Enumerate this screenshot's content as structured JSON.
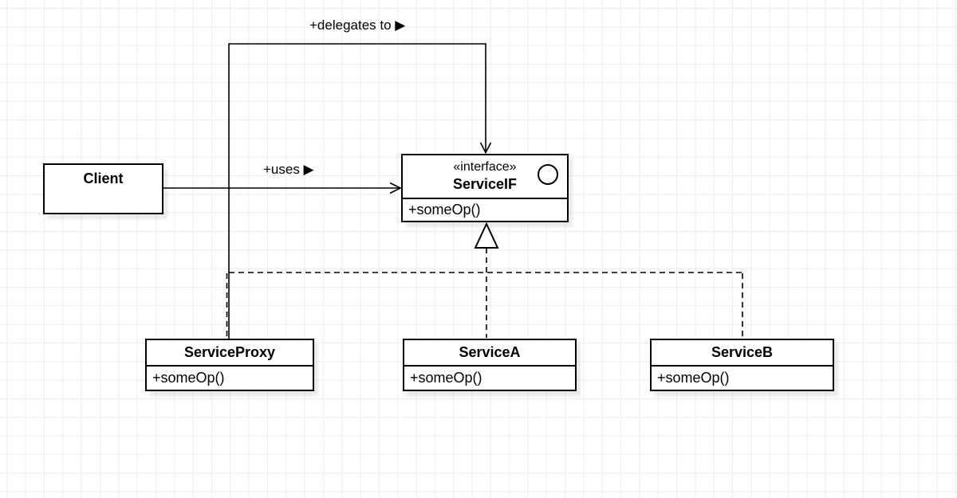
{
  "diagram_type": "uml-class-diagram",
  "canvas": {
    "background": "#ffffff",
    "grid_color": "#ededed",
    "line_color": "#000000"
  },
  "classes": [
    {
      "name": "Client",
      "methods": []
    },
    {
      "name": "ServiceIF",
      "stereotype": "«interface»",
      "icon": "interface-circle-icon",
      "methods": [
        "+someOp()"
      ]
    },
    {
      "name": "ServiceProxy",
      "methods": [
        "+someOp()"
      ]
    },
    {
      "name": "ServiceA",
      "methods": [
        "+someOp()"
      ]
    },
    {
      "name": "ServiceB",
      "methods": [
        "+someOp()"
      ]
    }
  ],
  "edges": [
    {
      "from": "Client",
      "to": "ServiceIF",
      "kind": "association-open-arrow",
      "label": "+uses ▶"
    },
    {
      "from": "ServiceProxy",
      "to": "ServiceIF",
      "kind": "association-open-arrow",
      "label": "+delegates to ▶"
    },
    {
      "from": "ServiceProxy",
      "to": "ServiceIF",
      "kind": "realization-dashed-hollow-triangle",
      "label": ""
    },
    {
      "from": "ServiceA",
      "to": "ServiceIF",
      "kind": "realization-dashed-hollow-triangle",
      "label": ""
    },
    {
      "from": "ServiceB",
      "to": "ServiceIF",
      "kind": "realization-dashed-hollow-triangle",
      "label": ""
    }
  ]
}
